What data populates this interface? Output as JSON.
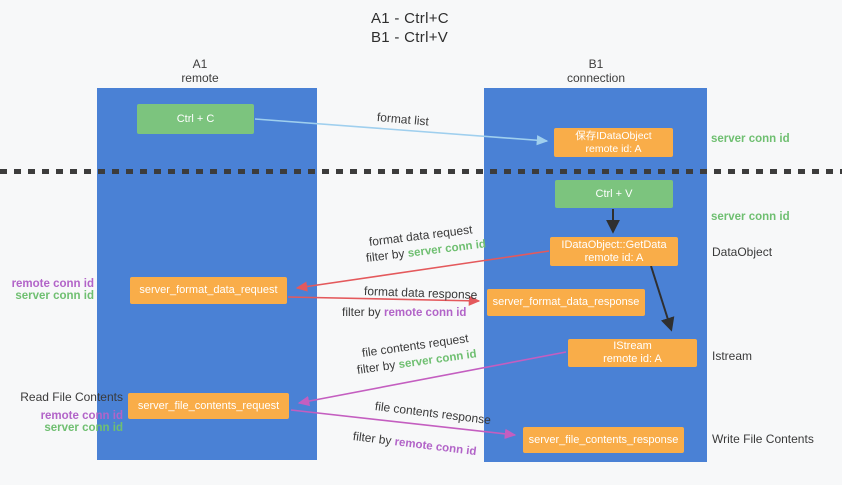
{
  "title": {
    "line1": "A1 - Ctrl+C",
    "line2": "B1 - Ctrl+V"
  },
  "columns": [
    {
      "name": "A1",
      "subtitle": "remote"
    },
    {
      "name": "B1",
      "subtitle": "connection"
    }
  ],
  "nodes": {
    "ctrl_c": "Ctrl + C",
    "ctrl_v": "Ctrl + V",
    "save_idataobject": {
      "line1": "保存IDataObject",
      "line2": "remote id: A"
    },
    "getdata": {
      "line1": "IDataObject::GetData",
      "line2": "remote id: A"
    },
    "istream": {
      "line1": "IStream",
      "line2": "remote id: A"
    },
    "format_request": "server_format_data_request",
    "format_response": "server_format_data_response",
    "file_request": "server_file_contents_request",
    "file_response": "server_file_contents_response"
  },
  "edge_labels": {
    "format_list": "format list",
    "format_data_request": "format data request",
    "format_data_response": "format data response",
    "file_contents_request": "file contents request",
    "file_contents_response": "file contents response",
    "filter_by": "filter by ",
    "server_conn_id": "server conn id",
    "remote_conn_id": "remote conn id"
  },
  "side_labels": {
    "server_conn_id": "server conn id",
    "remote_conn_id": "remote conn id",
    "data_object": "DataObject",
    "istream": "Istream",
    "read_file_contents": "Read File Contents",
    "write_file_contents": "Write File Contents"
  },
  "colors": {
    "lifeline_blue": "#4a81d5",
    "box_green": "#7cc47e",
    "box_orange": "#f9ad49",
    "arrow_red": "#e4595c",
    "arrow_magenta": "#c45ec0",
    "arrow_light_blue": "#9fcfee",
    "arrow_black": "#2f2f2f",
    "label_green": "#6fbf71",
    "label_purple": "#b264c8"
  }
}
